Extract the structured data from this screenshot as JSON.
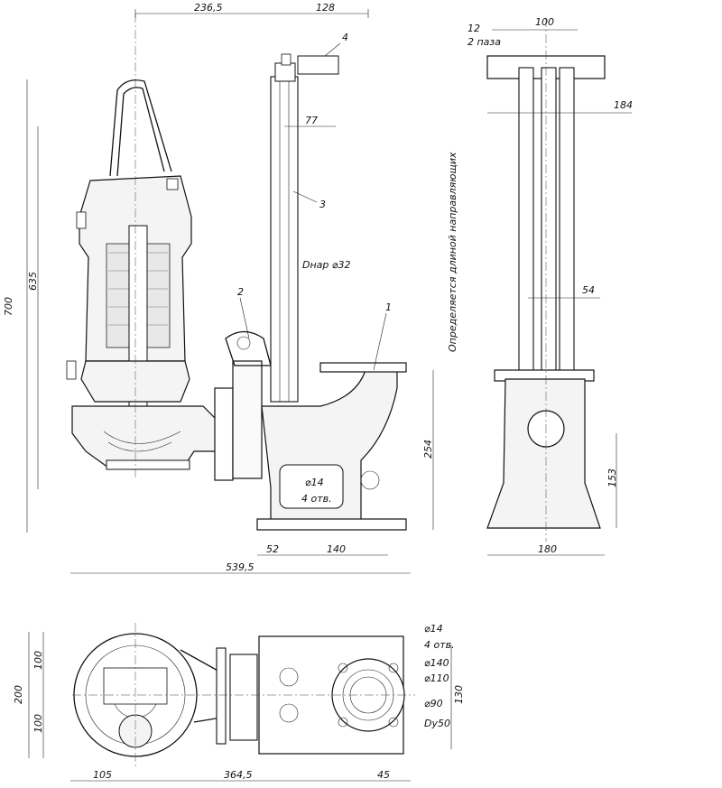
{
  "dimensions": {
    "top_left": "236,5",
    "top_right": "128",
    "rail_offset": "77",
    "pipe_outer": "Dнар ⌀32",
    "height_total": "700",
    "height_pump": "635",
    "height_base": "254",
    "base_52": "52",
    "base_140": "140",
    "length_total": "539,5",
    "side_12": "12",
    "side_slots": "2 паза",
    "side_100": "100",
    "side_184": "184",
    "side_54": "54",
    "side_153": "153",
    "side_180": "180",
    "plan_100_top": "100",
    "plan_100_bottom": "100",
    "plan_200": "200",
    "plan_105": "105",
    "plan_364": "364,5",
    "plan_45": "45",
    "plan_130": "130",
    "holes_d14": "⌀14",
    "holes_4": "4 отв.",
    "d140": "⌀140",
    "d110": "⌀110",
    "d90": "⌀90",
    "dy50": "Dy50",
    "base_d14": "⌀14",
    "base_4holes": "4 отв."
  },
  "notes": {
    "guide_length": "Определяется длиной направляющих"
  },
  "callouts": [
    "1",
    "2",
    "3",
    "4"
  ]
}
